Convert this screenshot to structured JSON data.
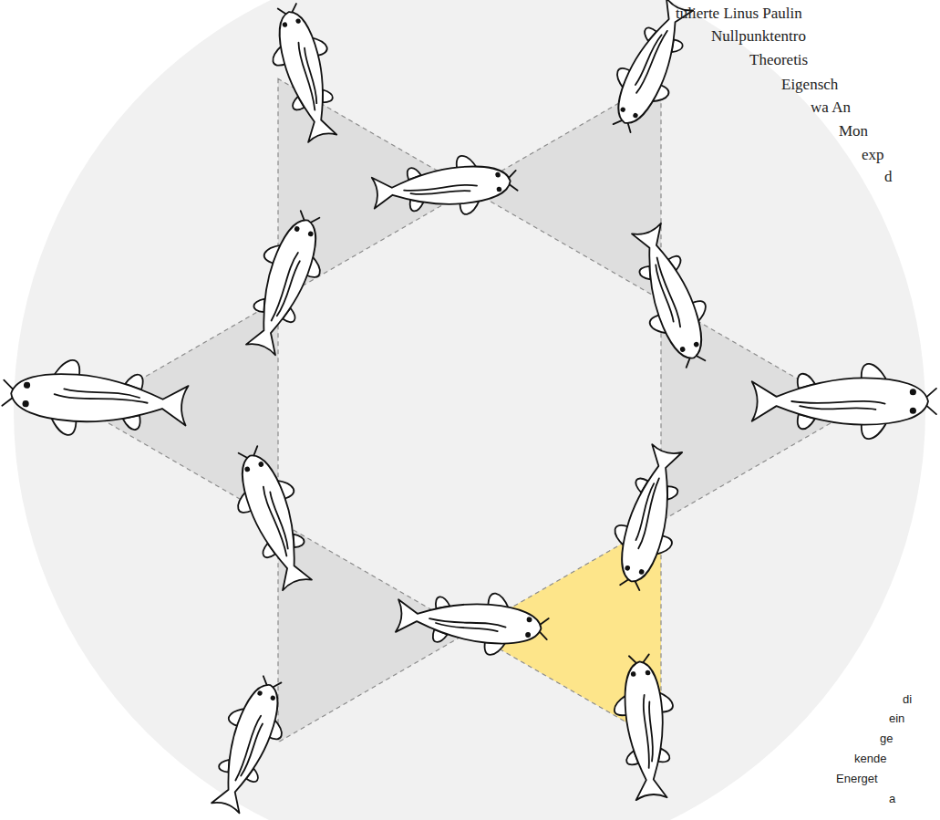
{
  "diagram": {
    "labels": [
      "tulierte Linus Paulin",
      "Nullpunktentro",
      "Theoretis",
      "Eigensch",
      "wa An",
      "Mon",
      "exp",
      "d",
      "di",
      "ein",
      "ge",
      "kende",
      "Energet",
      "a"
    ]
  }
}
